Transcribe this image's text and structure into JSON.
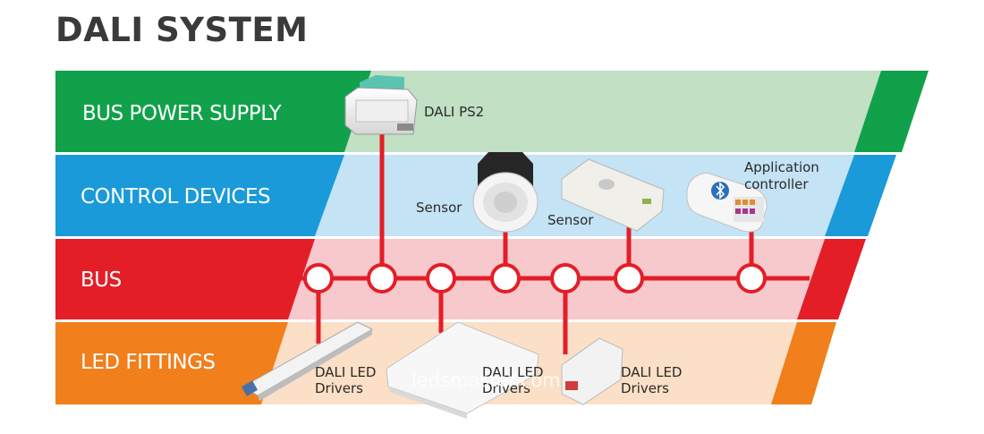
{
  "title": "DALI SYSTEM",
  "bands": [
    {
      "id": "power",
      "label": "BUS POWER SUPPLY",
      "color": "#12a14b",
      "light": "#c1e0c4"
    },
    {
      "id": "control",
      "label": "CONTROL DEVICES",
      "color": "#1a9ad9",
      "light": "#c4e3f5"
    },
    {
      "id": "bus",
      "label": "BUS",
      "color": "#e31e27",
      "light": "#f7c8cc"
    },
    {
      "id": "fittings",
      "label": "LED FITTINGS",
      "color": "#f07f1c",
      "light": "#fbdfc6"
    }
  ],
  "devices": {
    "power_supply": "DALI PS2",
    "sensor_1": "Sensor",
    "sensor_2": "Sensor",
    "app_controller": [
      "Application",
      "controller"
    ],
    "driver_1": [
      "DALI LED",
      "Drivers"
    ],
    "driver_2": [
      "DALI LED",
      "Drivers"
    ],
    "driver_3": [
      "DALI LED",
      "Drivers"
    ]
  },
  "watermark": "ledsmaster.com",
  "colors": {
    "bus_line": "#e31e27",
    "node_fill": "#ffffff"
  },
  "icons": [
    "power-supply-icon",
    "round-sensor-icon",
    "rect-sensor-icon",
    "app-controller-icon",
    "bluetooth-icon",
    "led-driver-icon"
  ]
}
